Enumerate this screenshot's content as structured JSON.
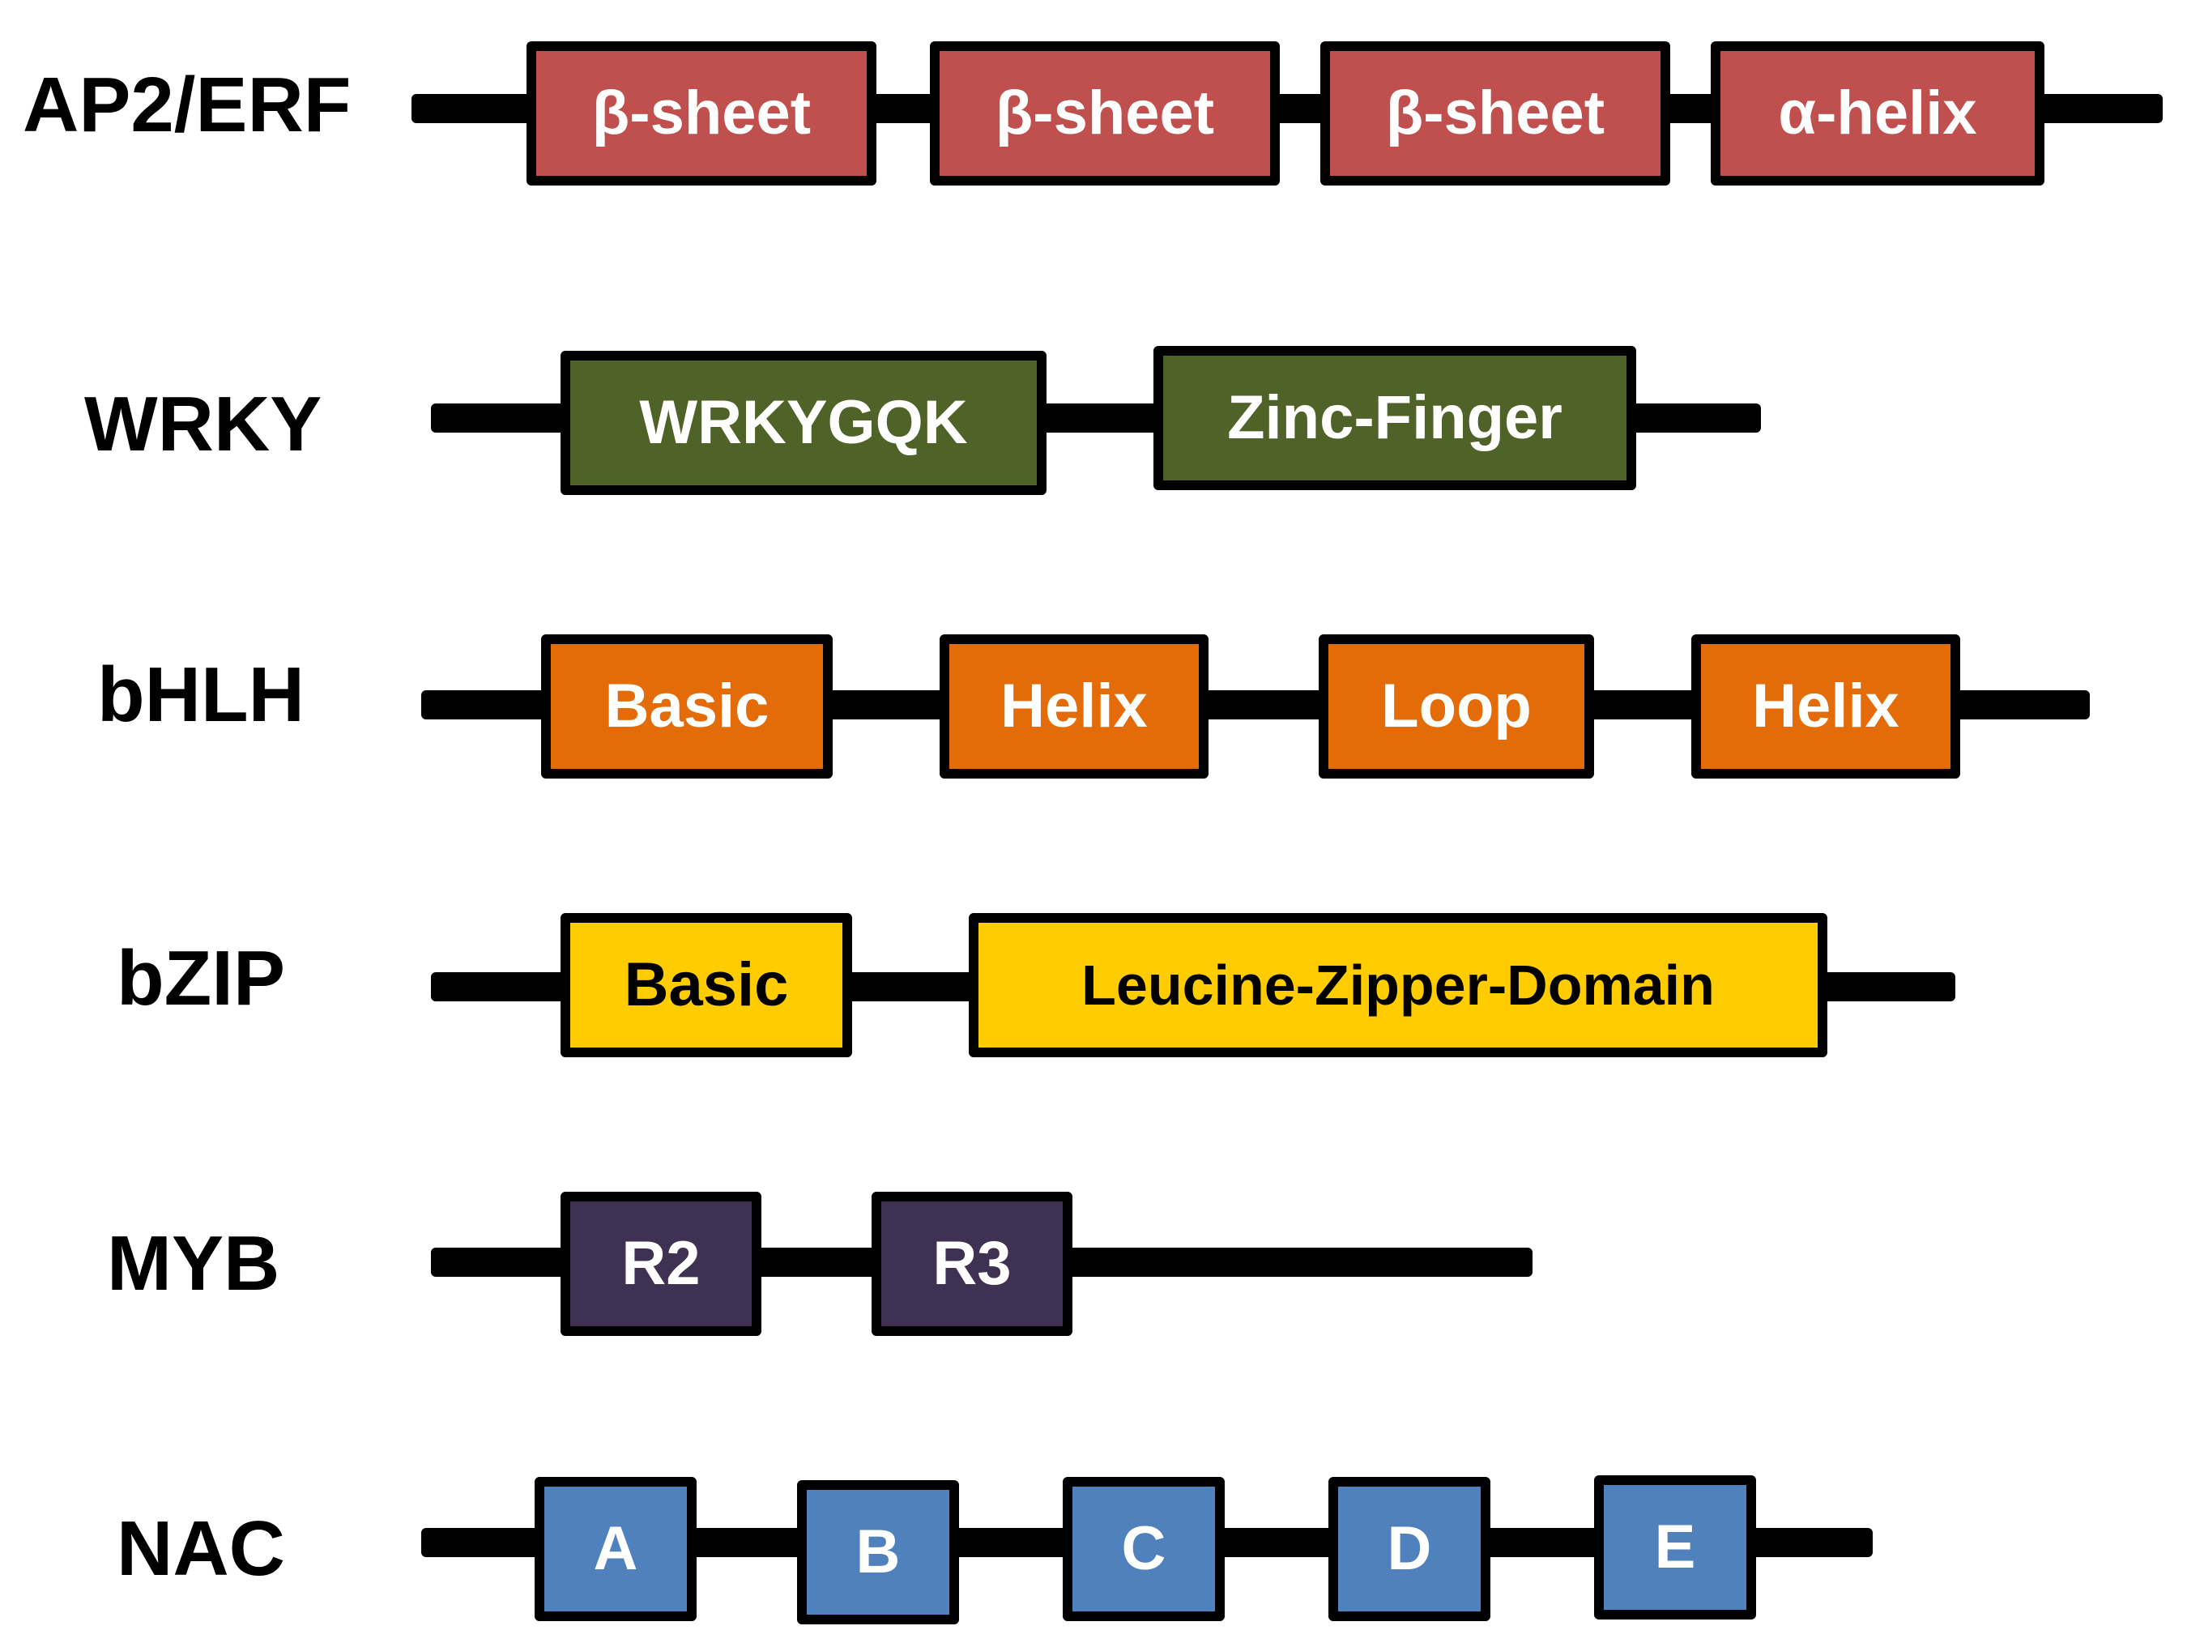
{
  "colors": {
    "backbone": "#000000",
    "border": "#000000",
    "ap2_erf": "#c0504d",
    "wrky": "#4f6228",
    "bhlh": "#e36c09",
    "bzip": "#ffcc00",
    "myb": "#3f3151",
    "nac": "#4f81bd",
    "text_light": "#ffffff",
    "text_dark": "#000000"
  },
  "families": [
    {
      "name": "AP2/ERF",
      "color": "#c0504d",
      "text_color": "#ffffff",
      "domains": [
        {
          "label": "β-sheet"
        },
        {
          "label": "β-sheet"
        },
        {
          "label": "β-sheet"
        },
        {
          "label": "α-helix"
        }
      ]
    },
    {
      "name": "WRKY",
      "color": "#4f6228",
      "text_color": "#ffffff",
      "domains": [
        {
          "label": "WRKYGQK"
        },
        {
          "label": "Zinc-Finger"
        }
      ]
    },
    {
      "name": "bHLH",
      "color": "#e36c09",
      "text_color": "#ffffff",
      "domains": [
        {
          "label": "Basic"
        },
        {
          "label": "Helix"
        },
        {
          "label": "Loop"
        },
        {
          "label": "Helix"
        }
      ]
    },
    {
      "name": "bZIP",
      "color": "#ffcc00",
      "text_color": "#000000",
      "domains": [
        {
          "label": "Basic"
        },
        {
          "label": "Leucine-Zipper-Domain"
        }
      ]
    },
    {
      "name": "MYB",
      "color": "#3f3151",
      "text_color": "#ffffff",
      "domains": [
        {
          "label": "R2"
        },
        {
          "label": "R3"
        }
      ]
    },
    {
      "name": "NAC",
      "color": "#4f81bd",
      "text_color": "#ffffff",
      "domains": [
        {
          "label": "A"
        },
        {
          "label": "B"
        },
        {
          "label": "C"
        },
        {
          "label": "D"
        },
        {
          "label": "E"
        }
      ]
    }
  ]
}
